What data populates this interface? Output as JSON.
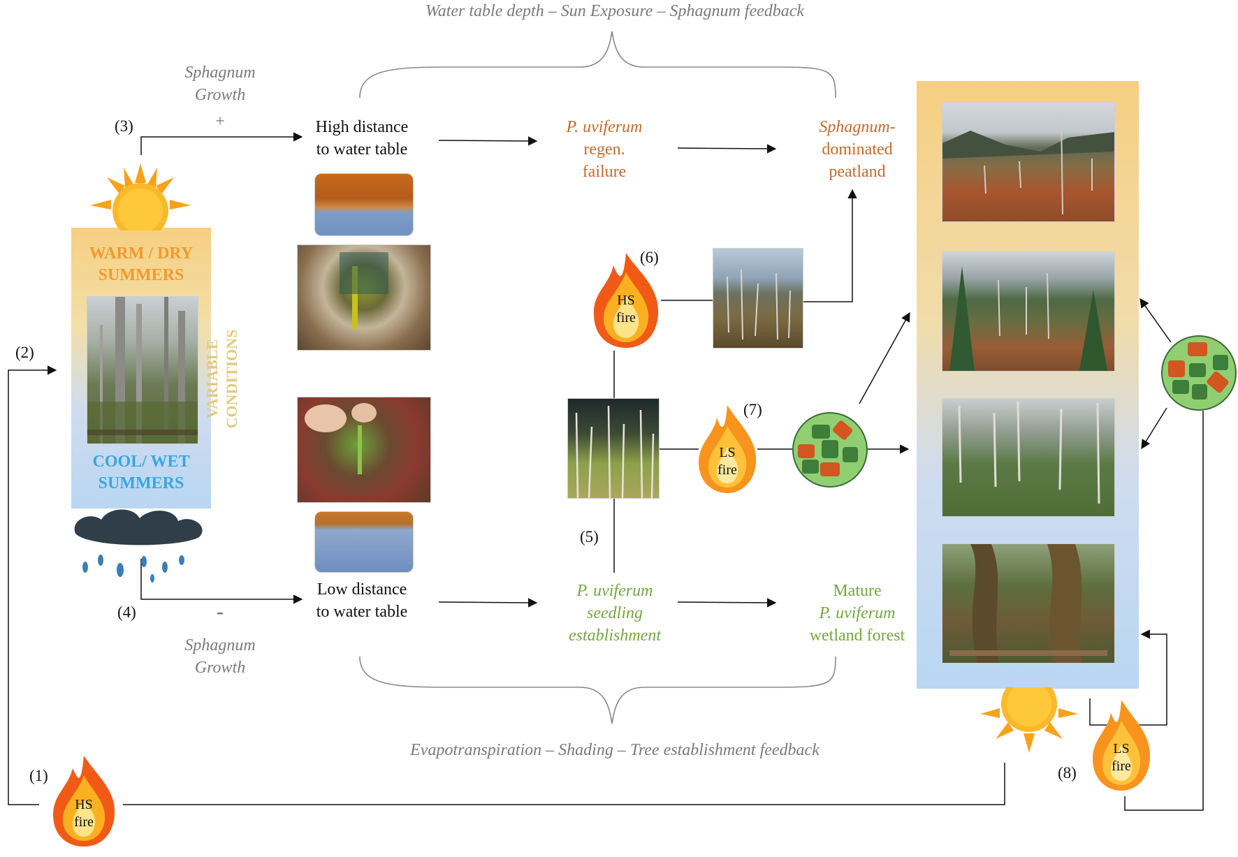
{
  "feedback_top": "Water table depth – Sun Exposure – Sphagnum feedback",
  "feedback_bottom": "Evapotranspiration – Shading – Tree establishment feedback",
  "sphagnum_growth_top": [
    "Sphagnum",
    "Growth"
  ],
  "sphagnum_growth_bottom": [
    "Sphagnum",
    "Growth"
  ],
  "plus_sign": "+",
  "minus_sign": "-",
  "numbers": {
    "n1": "(1)",
    "n2": "(2)",
    "n3": "(3)",
    "n4": "(4)",
    "n5": "(5)",
    "n6": "(6)",
    "n7": "(7)",
    "n8": "(8)"
  },
  "climate": {
    "warm": [
      "WARM / DRY",
      "SUMMERS"
    ],
    "cool": [
      "COOL/ WET",
      "SUMMERS"
    ],
    "variable": [
      "VARIABLE",
      "CONDITIONS"
    ]
  },
  "high_distance": [
    "High distance",
    "to water table"
  ],
  "low_distance": [
    "Low distance",
    "to water table"
  ],
  "regen_failure": [
    "P. uviferum",
    "regen.",
    "failure"
  ],
  "sphagnum_peatland": [
    "Sphagnum-",
    "dominated",
    "peatland"
  ],
  "seedling": [
    "P. uviferum",
    "seedling",
    "establishment"
  ],
  "mature_forest": [
    "Mature",
    "P. uviferum",
    "wetland forest"
  ],
  "fires": {
    "hs_fire_left": [
      "HS",
      "fire"
    ],
    "hs_fire_mid": [
      "HS",
      "fire"
    ],
    "ls_fire_mid": [
      "LS",
      "fire"
    ],
    "ls_fire_right": [
      "LS",
      "fire"
    ]
  },
  "colors": {
    "orange_text": "#c8692a",
    "green_text": "#73a83e",
    "warm_yellow": "#f6cf82",
    "cool_blue": "#b9d6f2",
    "patch_green": "#3f7d3a",
    "patch_orange": "#d2561f",
    "circle_fill": "#8fcf71"
  },
  "icons": [
    "sun-icon",
    "rain-cloud-icon",
    "fire-icon",
    "patch-mosaic-icon"
  ]
}
